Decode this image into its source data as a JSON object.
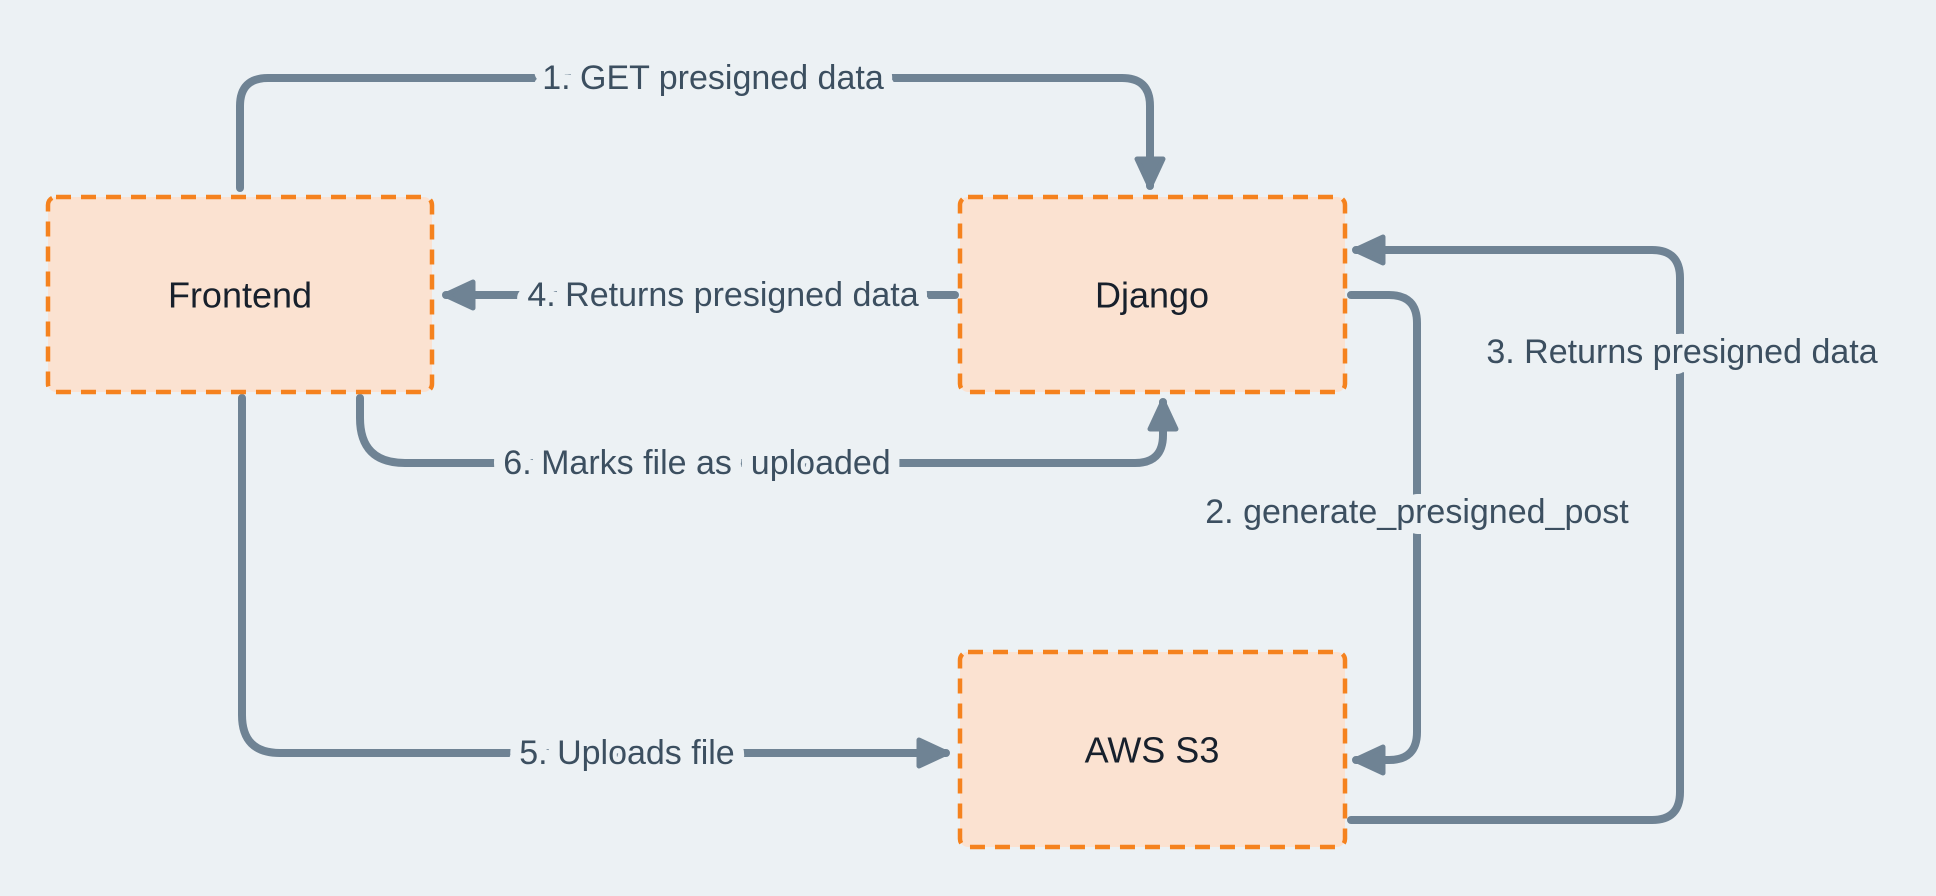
{
  "colors": {
    "background": "#ECF1F4",
    "node_fill": "#FBE2D1",
    "node_border": "#F5821E",
    "arrow": "#6F8394",
    "edge_label_text": "#3C4F60",
    "node_label_text": "#17202C"
  },
  "nodes": [
    {
      "id": "frontend",
      "label": "Frontend"
    },
    {
      "id": "django",
      "label": "Django"
    },
    {
      "id": "aws-s3",
      "label": "AWS S3"
    }
  ],
  "edges": [
    {
      "step": "1",
      "label": "1. GET presigned data",
      "from": "frontend",
      "to": "django"
    },
    {
      "step": "2",
      "label": "2. generate_presigned_post",
      "from": "django",
      "to": "aws-s3"
    },
    {
      "step": "3",
      "label": "3. Returns presigned data",
      "from": "aws-s3",
      "to": "django"
    },
    {
      "step": "4",
      "label": "4. Returns presigned data",
      "from": "django",
      "to": "frontend"
    },
    {
      "step": "5",
      "label": "5. Uploads file",
      "from": "frontend",
      "to": "aws-s3"
    },
    {
      "step": "6",
      "label": "6. Marks file as  uploaded",
      "from": "frontend",
      "to": "django"
    }
  ]
}
